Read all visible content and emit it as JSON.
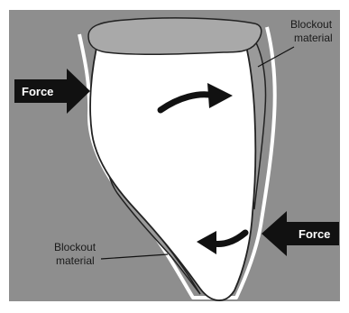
{
  "labels": {
    "force_left": "Force",
    "force_right": "Force",
    "blockout_top_line1": "Blockout",
    "blockout_top_line2": "material",
    "blockout_bottom_line1": "Blockout",
    "blockout_bottom_line2": "material"
  },
  "colors": {
    "background": "#8e8e8e",
    "tooth": "#ffffff",
    "crown_cap": "#a9a9a9",
    "blockout": "#9a9a9a",
    "outline": "#222222",
    "arrow": "#111111"
  }
}
